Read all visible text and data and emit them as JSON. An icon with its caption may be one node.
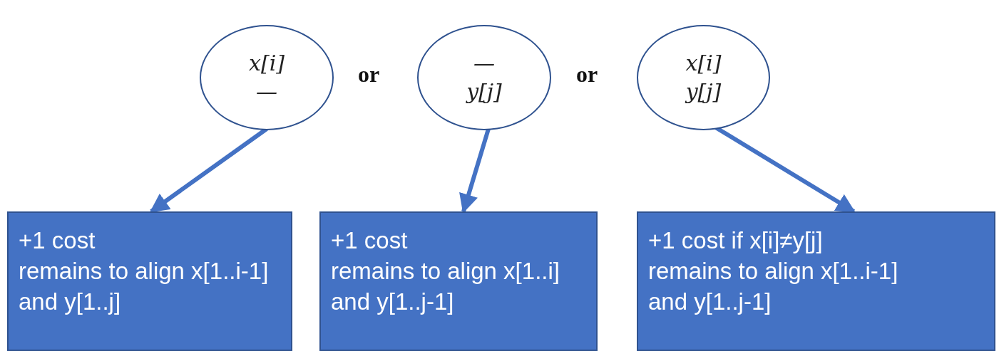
{
  "diagram": {
    "nodes": [
      {
        "text": [
          "x[i]",
          "—"
        ]
      },
      {
        "text": [
          "—",
          "y[j]"
        ]
      },
      {
        "text": [
          "x[i]",
          "y[j]"
        ]
      },
      {
        "text": [
          "+1 cost",
          "remains to align x[1..i-1] and y[1..j]"
        ]
      },
      {
        "text": [
          "+1 cost",
          "remains to align x[1..i] and y[1..j-1]"
        ]
      },
      {
        "text": [
          "+1 cost if x[i]≠y[j]",
          "remains to align x[1..i-1] and y[1..j-1]"
        ]
      }
    ],
    "edges": [
      {
        "from": 0,
        "to": 3,
        "arrow": "to"
      },
      {
        "from": 1,
        "to": 4,
        "arrow": "to"
      },
      {
        "from": 2,
        "to": 5,
        "arrow": "to"
      }
    ],
    "labels": [
      "or",
      "or"
    ]
  }
}
